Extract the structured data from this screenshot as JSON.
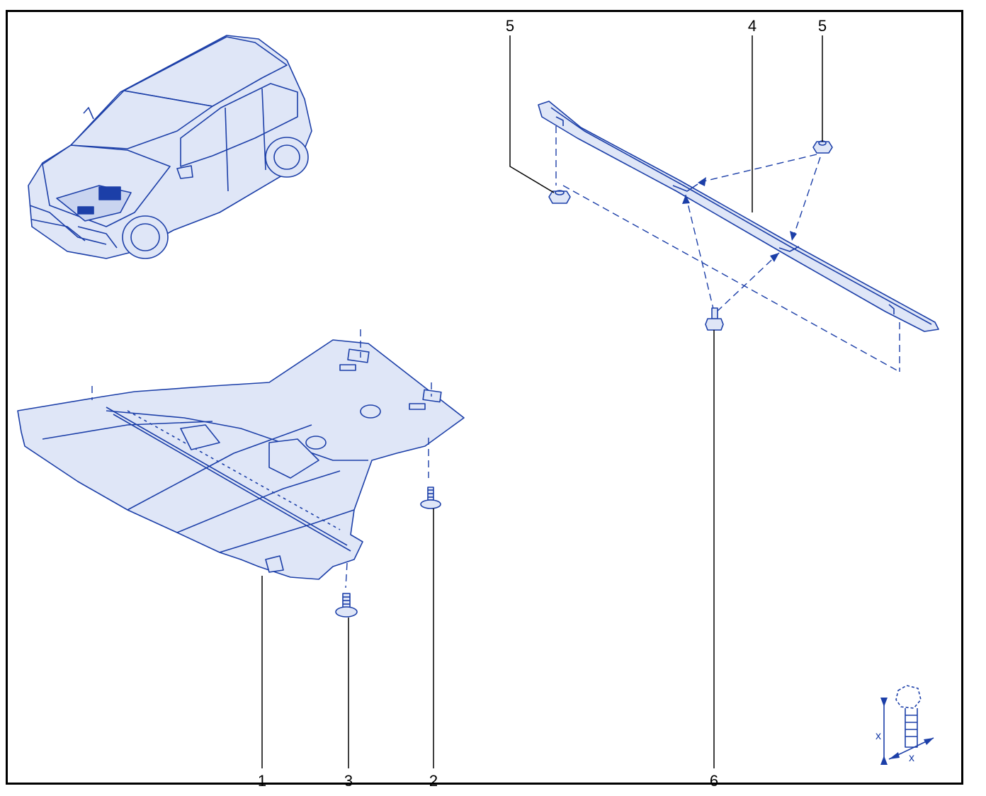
{
  "callouts": {
    "c1": "1",
    "c2": "2",
    "c3": "3",
    "c4": "4",
    "c5_left": "5",
    "c5_right": "5",
    "c6": "6"
  },
  "torque_symbol": {
    "label_vertical": "x",
    "label_horizontal": "x"
  },
  "colors": {
    "line": "#1c3fa8",
    "fill": "#dfe6f7",
    "frame": "#000000"
  }
}
